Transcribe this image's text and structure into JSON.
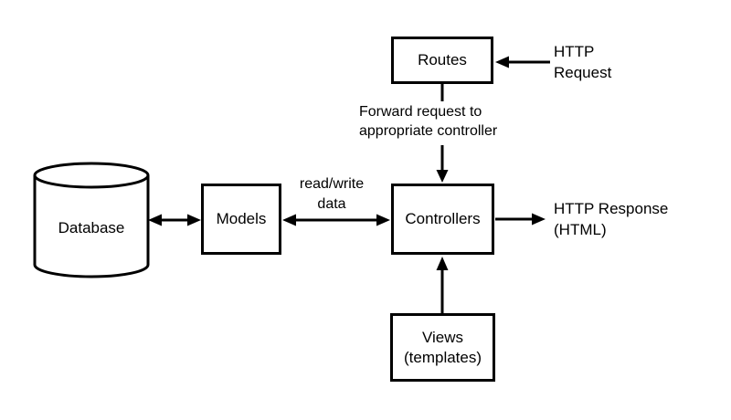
{
  "diagram": {
    "background": "#ffffff",
    "stroke_color": "#000000",
    "text_color": "#000000",
    "nodes": {
      "routes": {
        "label": "Routes",
        "shape": "rectangle"
      },
      "controllers": {
        "label": "Controllers",
        "shape": "rectangle"
      },
      "models": {
        "label": "Models",
        "shape": "rectangle"
      },
      "views": {
        "line1": "Views",
        "line2": "(templates)",
        "shape": "rectangle"
      },
      "database": {
        "label": "Database",
        "shape": "cylinder"
      }
    },
    "annotations": {
      "http_request": {
        "line1": "HTTP",
        "line2": "Request"
      },
      "forward_request": {
        "line1": "Forward request to",
        "line2": "appropriate controller"
      },
      "read_write": {
        "line1": "read/write",
        "line2": "data"
      },
      "http_response": {
        "line1": "HTTP Response",
        "line2": "(HTML)"
      }
    },
    "edges": [
      {
        "from": "HTTP Request",
        "to": "Routes",
        "style": "arrow"
      },
      {
        "from": "Routes",
        "to": "Controllers",
        "style": "arrow",
        "label": "Forward request to appropriate controller"
      },
      {
        "from": "Models",
        "to": "Controllers",
        "style": "double-arrow",
        "label": "read/write data"
      },
      {
        "from": "Database",
        "to": "Models",
        "style": "double-arrow"
      },
      {
        "from": "Views",
        "to": "Controllers",
        "style": "arrow"
      },
      {
        "from": "Controllers",
        "to": "HTTP Response (HTML)",
        "style": "arrow"
      }
    ]
  }
}
